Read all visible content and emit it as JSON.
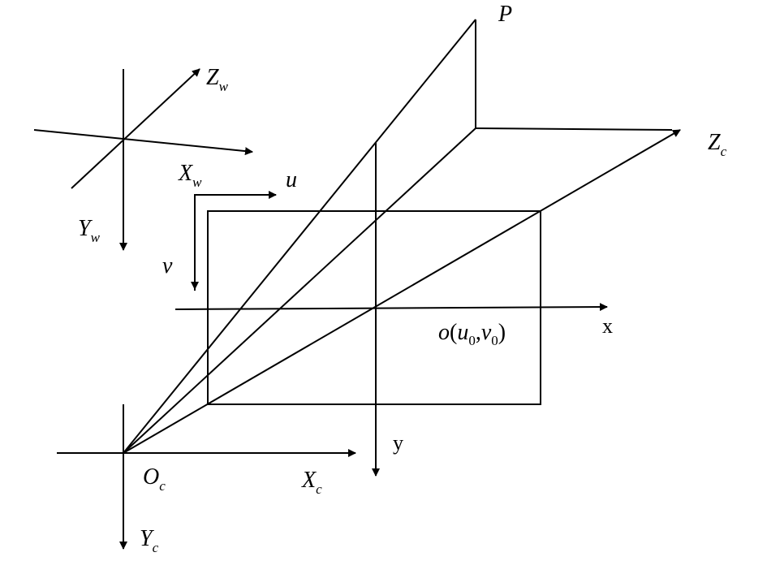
{
  "labels": {
    "p": "P",
    "zw": "Z",
    "zw_sub": "w",
    "xw": "X",
    "xw_sub": "w",
    "yw": "Y",
    "yw_sub": "w",
    "u": "u",
    "v": "v",
    "zc": "Z",
    "zc_sub": "c",
    "x": "x",
    "y": "y",
    "oc": "O",
    "oc_sub": "c",
    "xc": "X",
    "xc_sub": "c",
    "yc": "Y",
    "yc_sub": "c",
    "principal": {
      "o": "o",
      "open": "(",
      "u": "u",
      "u_sub": "0",
      "comma": ",",
      "v": "v",
      "v_sub": "0",
      "close": ")"
    }
  }
}
